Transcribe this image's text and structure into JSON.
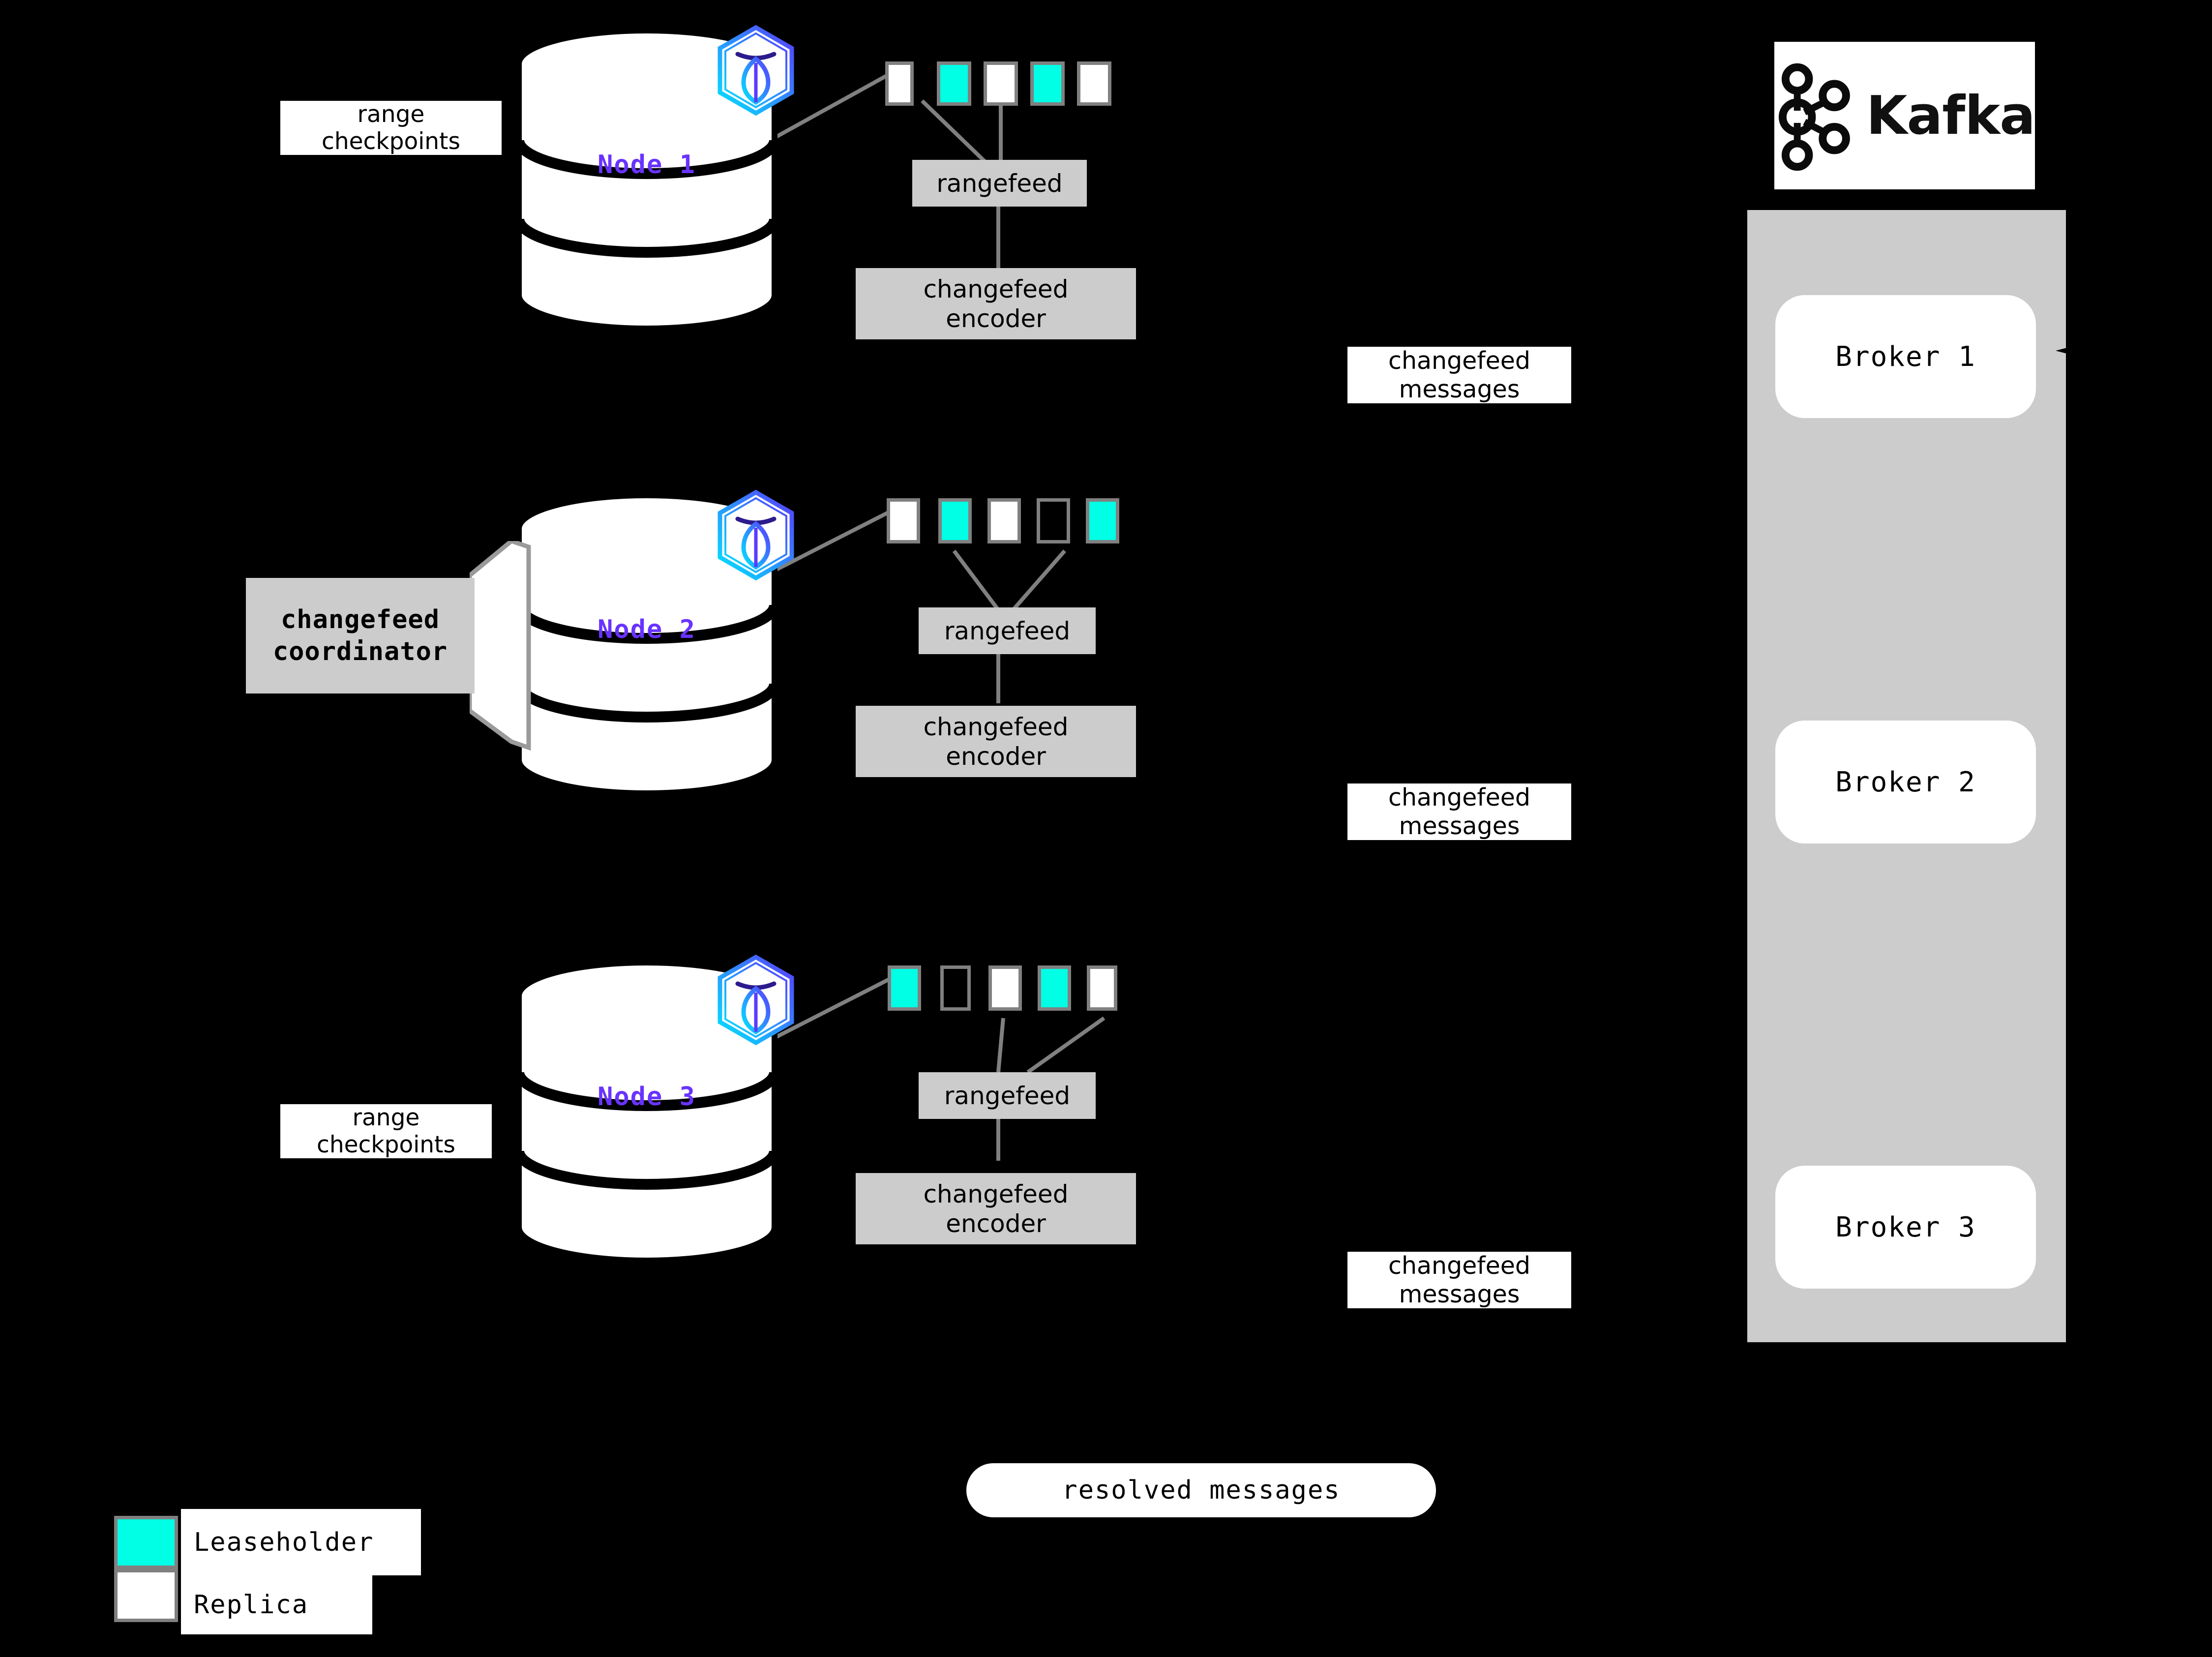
{
  "diagram": {
    "title": "CockroachDB changefeed to Kafka architecture",
    "background_color": "#000000",
    "accent_color": "#00ffe5",
    "node_label_color": "#6933ff",
    "box_color": "#cccccc"
  },
  "nodes": [
    {
      "title": "Node 1",
      "logo_icon": "cockroachdb-hexagon-icon",
      "ranges": [
        {
          "type": "replica"
        },
        {
          "type": "leaseholder"
        },
        {
          "type": "replica"
        },
        {
          "type": "leaseholder"
        },
        {
          "type": "replica"
        }
      ],
      "rangefeed_label": "rangefeed",
      "encoder_label": "changefeed\nencoder",
      "encoder_line1": "changefeed",
      "encoder_line2": "encoder",
      "side_label_line1": "range",
      "side_label_line2": "checkpoints",
      "has_side_label": true,
      "has_coordinator": false
    },
    {
      "title": "Node 2",
      "logo_icon": "cockroachdb-hexagon-icon",
      "ranges": [
        {
          "type": "replica"
        },
        {
          "type": "leaseholder"
        },
        {
          "type": "replica"
        },
        {
          "type": "empty"
        },
        {
          "type": "leaseholder"
        }
      ],
      "rangefeed_label": "rangefeed",
      "encoder_line1": "changefeed",
      "encoder_line2": "encoder",
      "coordinator_line1": "changefeed",
      "coordinator_line2": "coordinator",
      "has_side_label": false,
      "has_coordinator": true
    },
    {
      "title": "Node 3",
      "logo_icon": "cockroachdb-hexagon-icon",
      "ranges": [
        {
          "type": "leaseholder"
        },
        {
          "type": "empty"
        },
        {
          "type": "replica"
        },
        {
          "type": "leaseholder"
        },
        {
          "type": "replica"
        }
      ],
      "rangefeed_label": "rangefeed",
      "encoder_line1": "changefeed",
      "encoder_line2": "encoder",
      "side_label_line1": "range",
      "side_label_line2": "checkpoints",
      "has_side_label": true,
      "has_coordinator": false
    }
  ],
  "message_labels": [
    {
      "line1": "changefeed",
      "line2": "messages"
    },
    {
      "line1": "changefeed",
      "line2": "messages"
    },
    {
      "line1": "changefeed",
      "line2": "messages"
    }
  ],
  "kafka": {
    "logo_text": "Kafka",
    "logo_icon": "kafka-nodes-icon",
    "brokers": [
      {
        "label": "Broker 1"
      },
      {
        "label": "Broker 2"
      },
      {
        "label": "Broker 3"
      }
    ]
  },
  "resolved": {
    "label": "resolved messages"
  },
  "legend": {
    "items": [
      {
        "label": "Leaseholder",
        "swatch": "leaseholder",
        "color": "#00ffe5"
      },
      {
        "label": "Replica",
        "swatch": "replica",
        "color": "#ffffff"
      }
    ]
  }
}
